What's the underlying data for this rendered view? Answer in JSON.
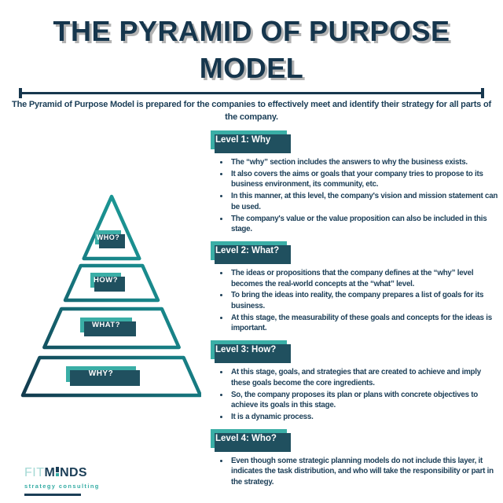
{
  "colors": {
    "navy_text": "#1b3e57",
    "title_navy": "#16364d",
    "title_shadow_gray": "#b3b3b3",
    "teal_badge": "#3aaea6",
    "dark_teal_extrude": "#20505f",
    "pyramid_gradient_dark": "#12364a",
    "pyramid_gradient_teal": "#1ea79f",
    "logo_light_teal": "#a5d9d5",
    "background": "#ffffff"
  },
  "header": {
    "title": "THE PYRAMID OF PURPOSE MODEL",
    "subtitle": "The Pyramid of Purpose Model is prepared for the companies to effectively meet and identify their strategy for all parts of the company."
  },
  "pyramid": {
    "levels": [
      {
        "label": "WHO?"
      },
      {
        "label": "HOW?"
      },
      {
        "label": "WHAT?"
      },
      {
        "label": "WHY?"
      }
    ]
  },
  "sections": [
    {
      "heading": "Level 1: Why",
      "bullets": [
        "The “why” section includes the answers to why the business exists.",
        "It also covers the aims or goals that your company tries to propose to its business environment, its community, etc.",
        "In this manner, at this level, the company's vision and mission statement can be used.",
        "The company's value or the value proposition can also be included in this stage."
      ]
    },
    {
      "heading": "Level 2: What?",
      "bullets": [
        "The ideas or propositions that the company defines at the “why” level becomes the real-world concepts at the “what” level.",
        "To bring the ideas into reality, the company prepares a list of goals for its business.",
        "At this stage, the measurability of these goals and concepts for the ideas is important."
      ]
    },
    {
      "heading": "Level 3: How?",
      "bullets": [
        "At this stage, goals, and strategies that are created to achieve and imply these goals become the core ingredients.",
        "So, the company proposes its plan or plans with concrete objectives to achieve its goals in this stage.",
        "It is a dynamic process."
      ]
    },
    {
      "heading": "Level 4: Who?",
      "bullets": [
        "Even though some strategic planning models do not include this layer, it indicates the task distribution, and who will take the responsibility or part in the strategy."
      ]
    }
  ],
  "footer": {
    "logo_prefix": "FIT",
    "logo_m": "M",
    "logo_suffix": "NDS",
    "tagline": "strategy consulting"
  }
}
